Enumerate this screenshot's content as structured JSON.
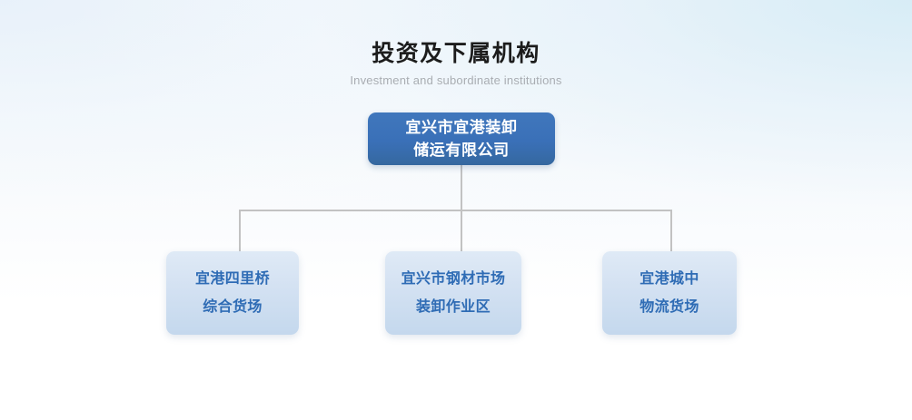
{
  "heading": {
    "title": "投资及下属机构",
    "subtitle": "Investment and subordinate institutions"
  },
  "colors": {
    "root_node_bg": "#3a70b8",
    "root_node_text": "#ffffff",
    "child_node_bg": "#d3e1f2",
    "child_node_text": "#2f6cb5",
    "connector_line": "#c2c2c2",
    "title_text": "#1c1c1c",
    "subtitle_text": "#a9adb2",
    "background_top": "#eef4fa",
    "background_bottom": "#ffffff"
  },
  "chart": {
    "type": "org-chart",
    "root": {
      "lines": [
        "宜兴市宜港装卸",
        "储运有限公司"
      ],
      "full_name": "宜兴市宜港装卸储运有限公司"
    },
    "children": [
      {
        "lines": [
          "宜港四里桥",
          "综合货场"
        ],
        "full_name": "宜港四里桥综合货场"
      },
      {
        "lines": [
          "宜兴市钢材市场",
          "装卸作业区"
        ],
        "full_name": "宜兴市钢材市场装卸作业区"
      },
      {
        "lines": [
          "宜港城中",
          "物流货场"
        ],
        "full_name": "宜港城中物流货场"
      }
    ]
  }
}
